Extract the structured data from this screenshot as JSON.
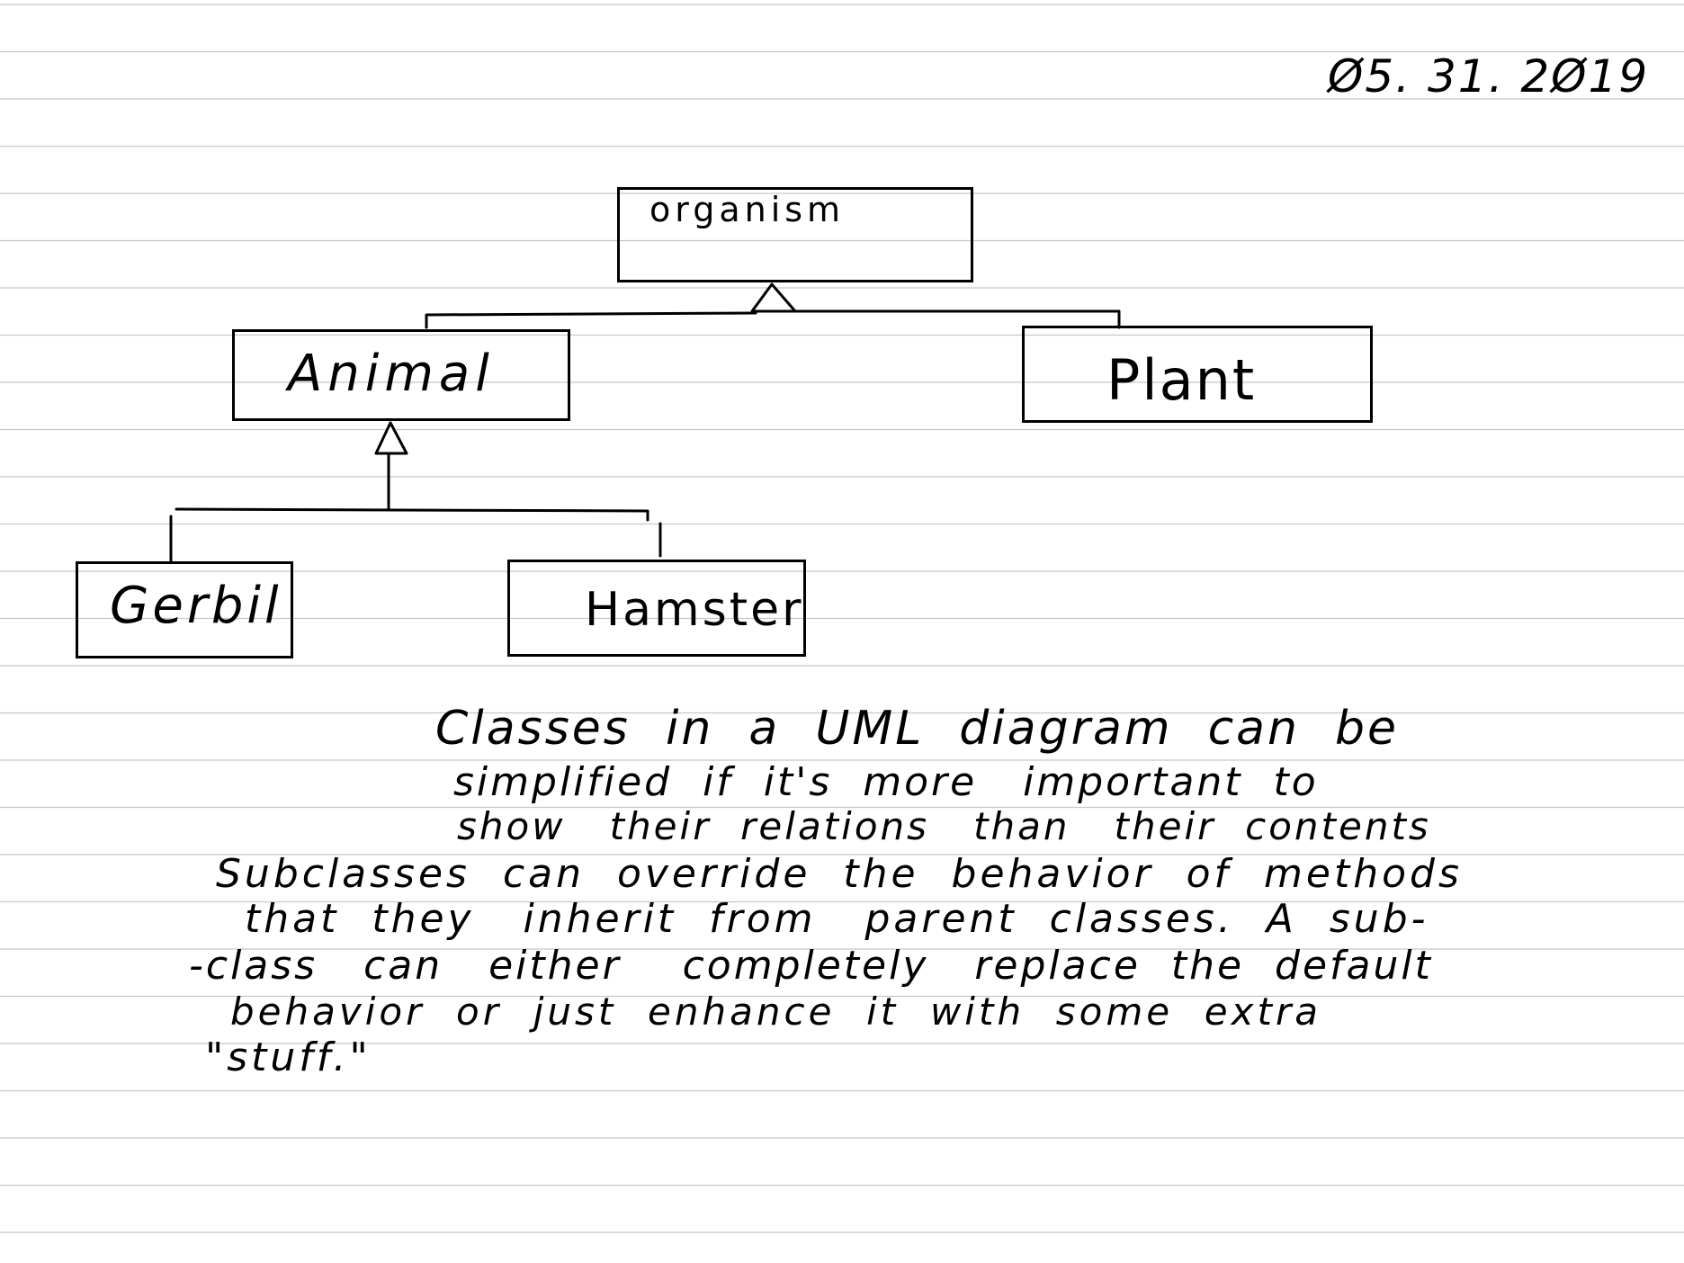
{
  "page": {
    "date": "Ø5. 31. 2Ø19"
  },
  "diagram": {
    "classes": [
      {
        "id": "organism",
        "name": "organism"
      },
      {
        "id": "animal",
        "name": "Animal"
      },
      {
        "id": "plant",
        "name": "Plant"
      },
      {
        "id": "gerbil",
        "name": "Gerbil"
      },
      {
        "id": "hamster",
        "name": "Hamster"
      }
    ],
    "relations": [
      {
        "type": "generalization",
        "child": "animal",
        "parent": "organism"
      },
      {
        "type": "generalization",
        "child": "plant",
        "parent": "organism"
      },
      {
        "type": "generalization",
        "child": "gerbil",
        "parent": "animal"
      },
      {
        "type": "generalization",
        "child": "hamster",
        "parent": "animal"
      }
    ]
  },
  "notes": {
    "lines": [
      "Classes  in  a  UML  diagram  can  be",
      "simplified  if  it's  more   important  to",
      "show   their  relations   than   their  contents",
      "Subclasses  can  override  the  behavior  of  methods",
      "that  they   inherit  from   parent  classes.  A  sub-",
      "-class   can   either    completely   replace  the  default",
      "behavior  or  just  enhance  it  with  some  extra",
      "\"stuff.\""
    ]
  }
}
